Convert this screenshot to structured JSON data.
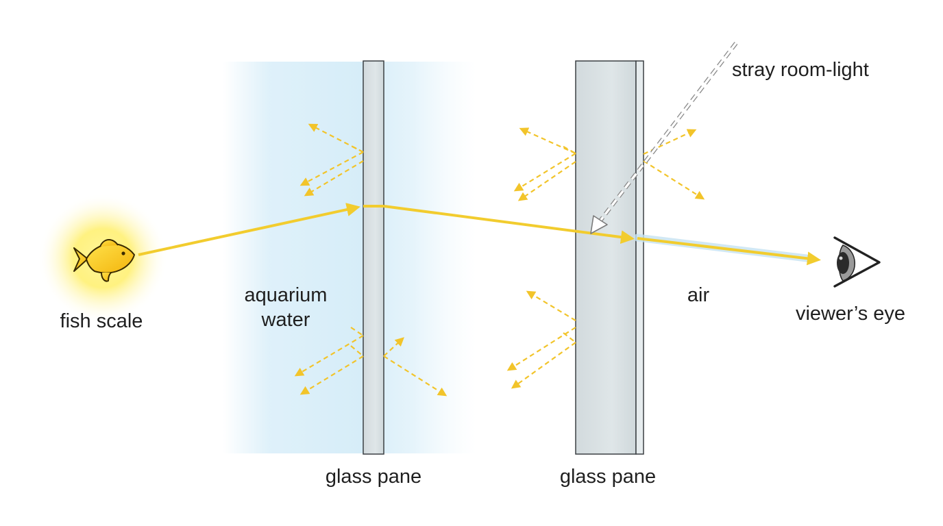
{
  "labels": {
    "fish_scale": "fish scale",
    "aquarium_water_line1": "aquarium",
    "aquarium_water_line2": "water",
    "glass_pane_inner": "glass pane",
    "glass_pane_outer": "glass pane",
    "air": "air",
    "stray_light": "stray room-light",
    "viewer_eye": "viewer’s eye"
  },
  "colors": {
    "light_ray": "#f2cc2e",
    "scatter_ray": "#f2c42a",
    "water_tint": "#d4ecf8",
    "glass_fill": "#d7dfe2",
    "glass_stroke": "#3a3f42",
    "stray_light": "#ffffff",
    "stray_light_outline": "#8a8a8a",
    "fish_body": "#f6c818",
    "fish_glow": "#fff27a"
  },
  "icons": {
    "source": "fish-icon",
    "observer": "eye-icon"
  }
}
